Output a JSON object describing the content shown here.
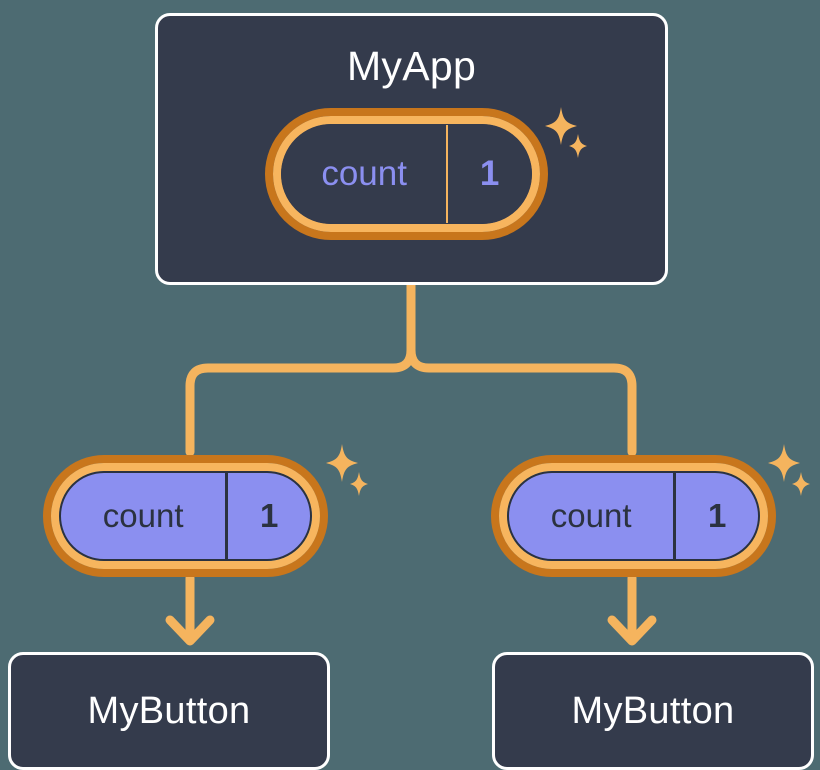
{
  "diagram": {
    "title_node": {
      "label": "MyApp",
      "state_pill": {
        "key": "count",
        "value": "1"
      }
    },
    "children": [
      {
        "state_pill": {
          "key": "count",
          "value": "1"
        },
        "component": {
          "label": "MyButton"
        }
      },
      {
        "state_pill": {
          "key": "count",
          "value": "1"
        },
        "component": {
          "label": "MyButton"
        }
      }
    ],
    "icons": {
      "sparkle": "sparkle-icon",
      "arrow": "arrow-down-icon",
      "connector": "tree-connector"
    },
    "colors": {
      "background": "#4d6b72",
      "card_fill": "#343b4c",
      "card_border": "#ffffff",
      "pill_ring_outer": "#c8761c",
      "pill_ring_inner": "#f7b55e",
      "pill_fill_purple": "#8b8ff0",
      "accent_amber": "#f5b45e",
      "text_light": "#ffffff",
      "text_dark": "#2b3240",
      "text_periwinkle": "#8b8ff0"
    }
  }
}
